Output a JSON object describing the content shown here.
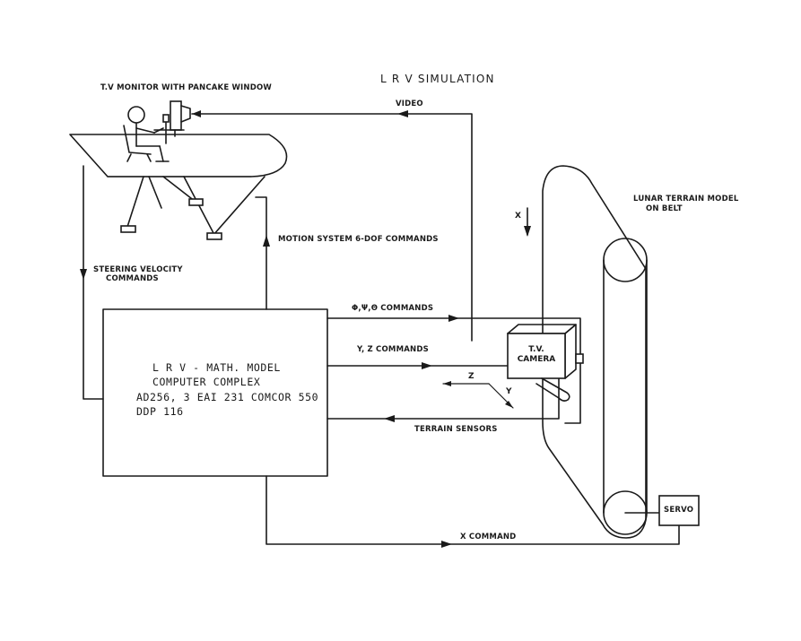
{
  "title": "L R V SIMULATION",
  "labels": {
    "tv_monitor": "T.V MONITOR WITH PANCAKE WINDOW",
    "video": "VIDEO",
    "lunar_terrain_l1": "LUNAR TERRAIN MODEL",
    "lunar_terrain_l2": "ON BELT",
    "motion_system": "MOTION SYSTEM 6-DOF COMMANDS",
    "steering_l1": "STEERING VELOCITY",
    "steering_l2": "COMMANDS",
    "angle_commands": "Φ,Ψ,Θ COMMANDS",
    "yz_commands": "Y, Z COMMANDS",
    "terrain_sensors": "TERRAIN SENSORS",
    "x_command": "X COMMAND",
    "servo": "SERVO",
    "camera_l1": "T.V.",
    "camera_l2": "CAMERA",
    "axis_x": "X",
    "axis_z": "Z",
    "axis_y": "Y"
  },
  "computer": {
    "line1": "L R V - MATH. MODEL",
    "line2": "COMPUTER COMPLEX",
    "line3": "AD256, 3 EAI 231  COMCOR 550",
    "line4": "DDP 116"
  }
}
